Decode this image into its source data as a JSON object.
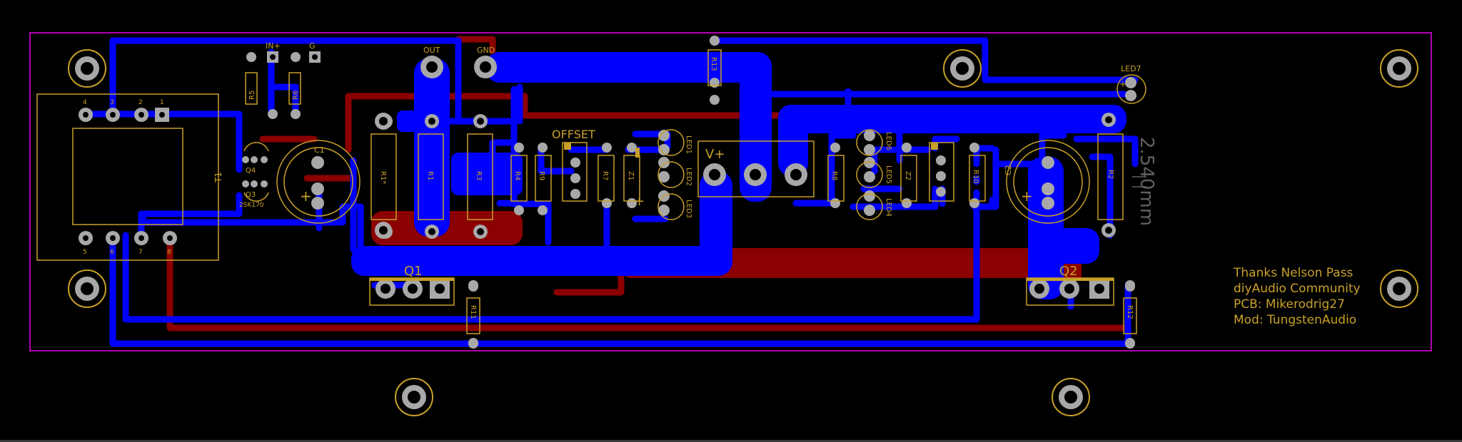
{
  "colors": {
    "background": "#000000",
    "outline": "#b000b0",
    "top_copper": "#8b0000",
    "bottom_copper": "#0000ff",
    "silkscreen": "#c8a028",
    "pad": "#a8a8a8",
    "dimension": "#606060"
  },
  "connectors": {
    "in_plus": "IN+",
    "gnd_in": "G",
    "out": "OUT",
    "gnd_out": "GND"
  },
  "labels": {
    "offset": "OFFSET",
    "rail": "V+",
    "dimension": "2.540mm",
    "q4_part": "2SK170"
  },
  "components": {
    "transformer": "T1",
    "transformer_pins": [
      "4",
      "3",
      "2",
      "1",
      "5",
      "6",
      "7",
      "8"
    ],
    "c1": "C1",
    "c2": "C2",
    "q1": "Q1",
    "q2": "Q2",
    "q3": "Q3",
    "q4": "Q4",
    "r1": "R1",
    "r1_star": "R1*",
    "r2": "R2",
    "r3": "R3",
    "r4": "R4",
    "r5": "R5",
    "r6": "R6",
    "r7": "R7",
    "r8": "R8",
    "r9": "R9",
    "r10": "R10",
    "r11": "R11",
    "r12": "R12",
    "r13": "R13",
    "z1": "Z1",
    "z2": "Z2",
    "led1": "LED1",
    "led2": "LED2",
    "led3": "LED3",
    "led4": "LED4",
    "led5": "LED5",
    "led6": "LED6",
    "led7": "LED7"
  },
  "credits": [
    "Thanks Nelson Pass",
    "diyAudio Community",
    "PCB: Mikerodrig27",
    "Mod: TungstenAudio"
  ]
}
